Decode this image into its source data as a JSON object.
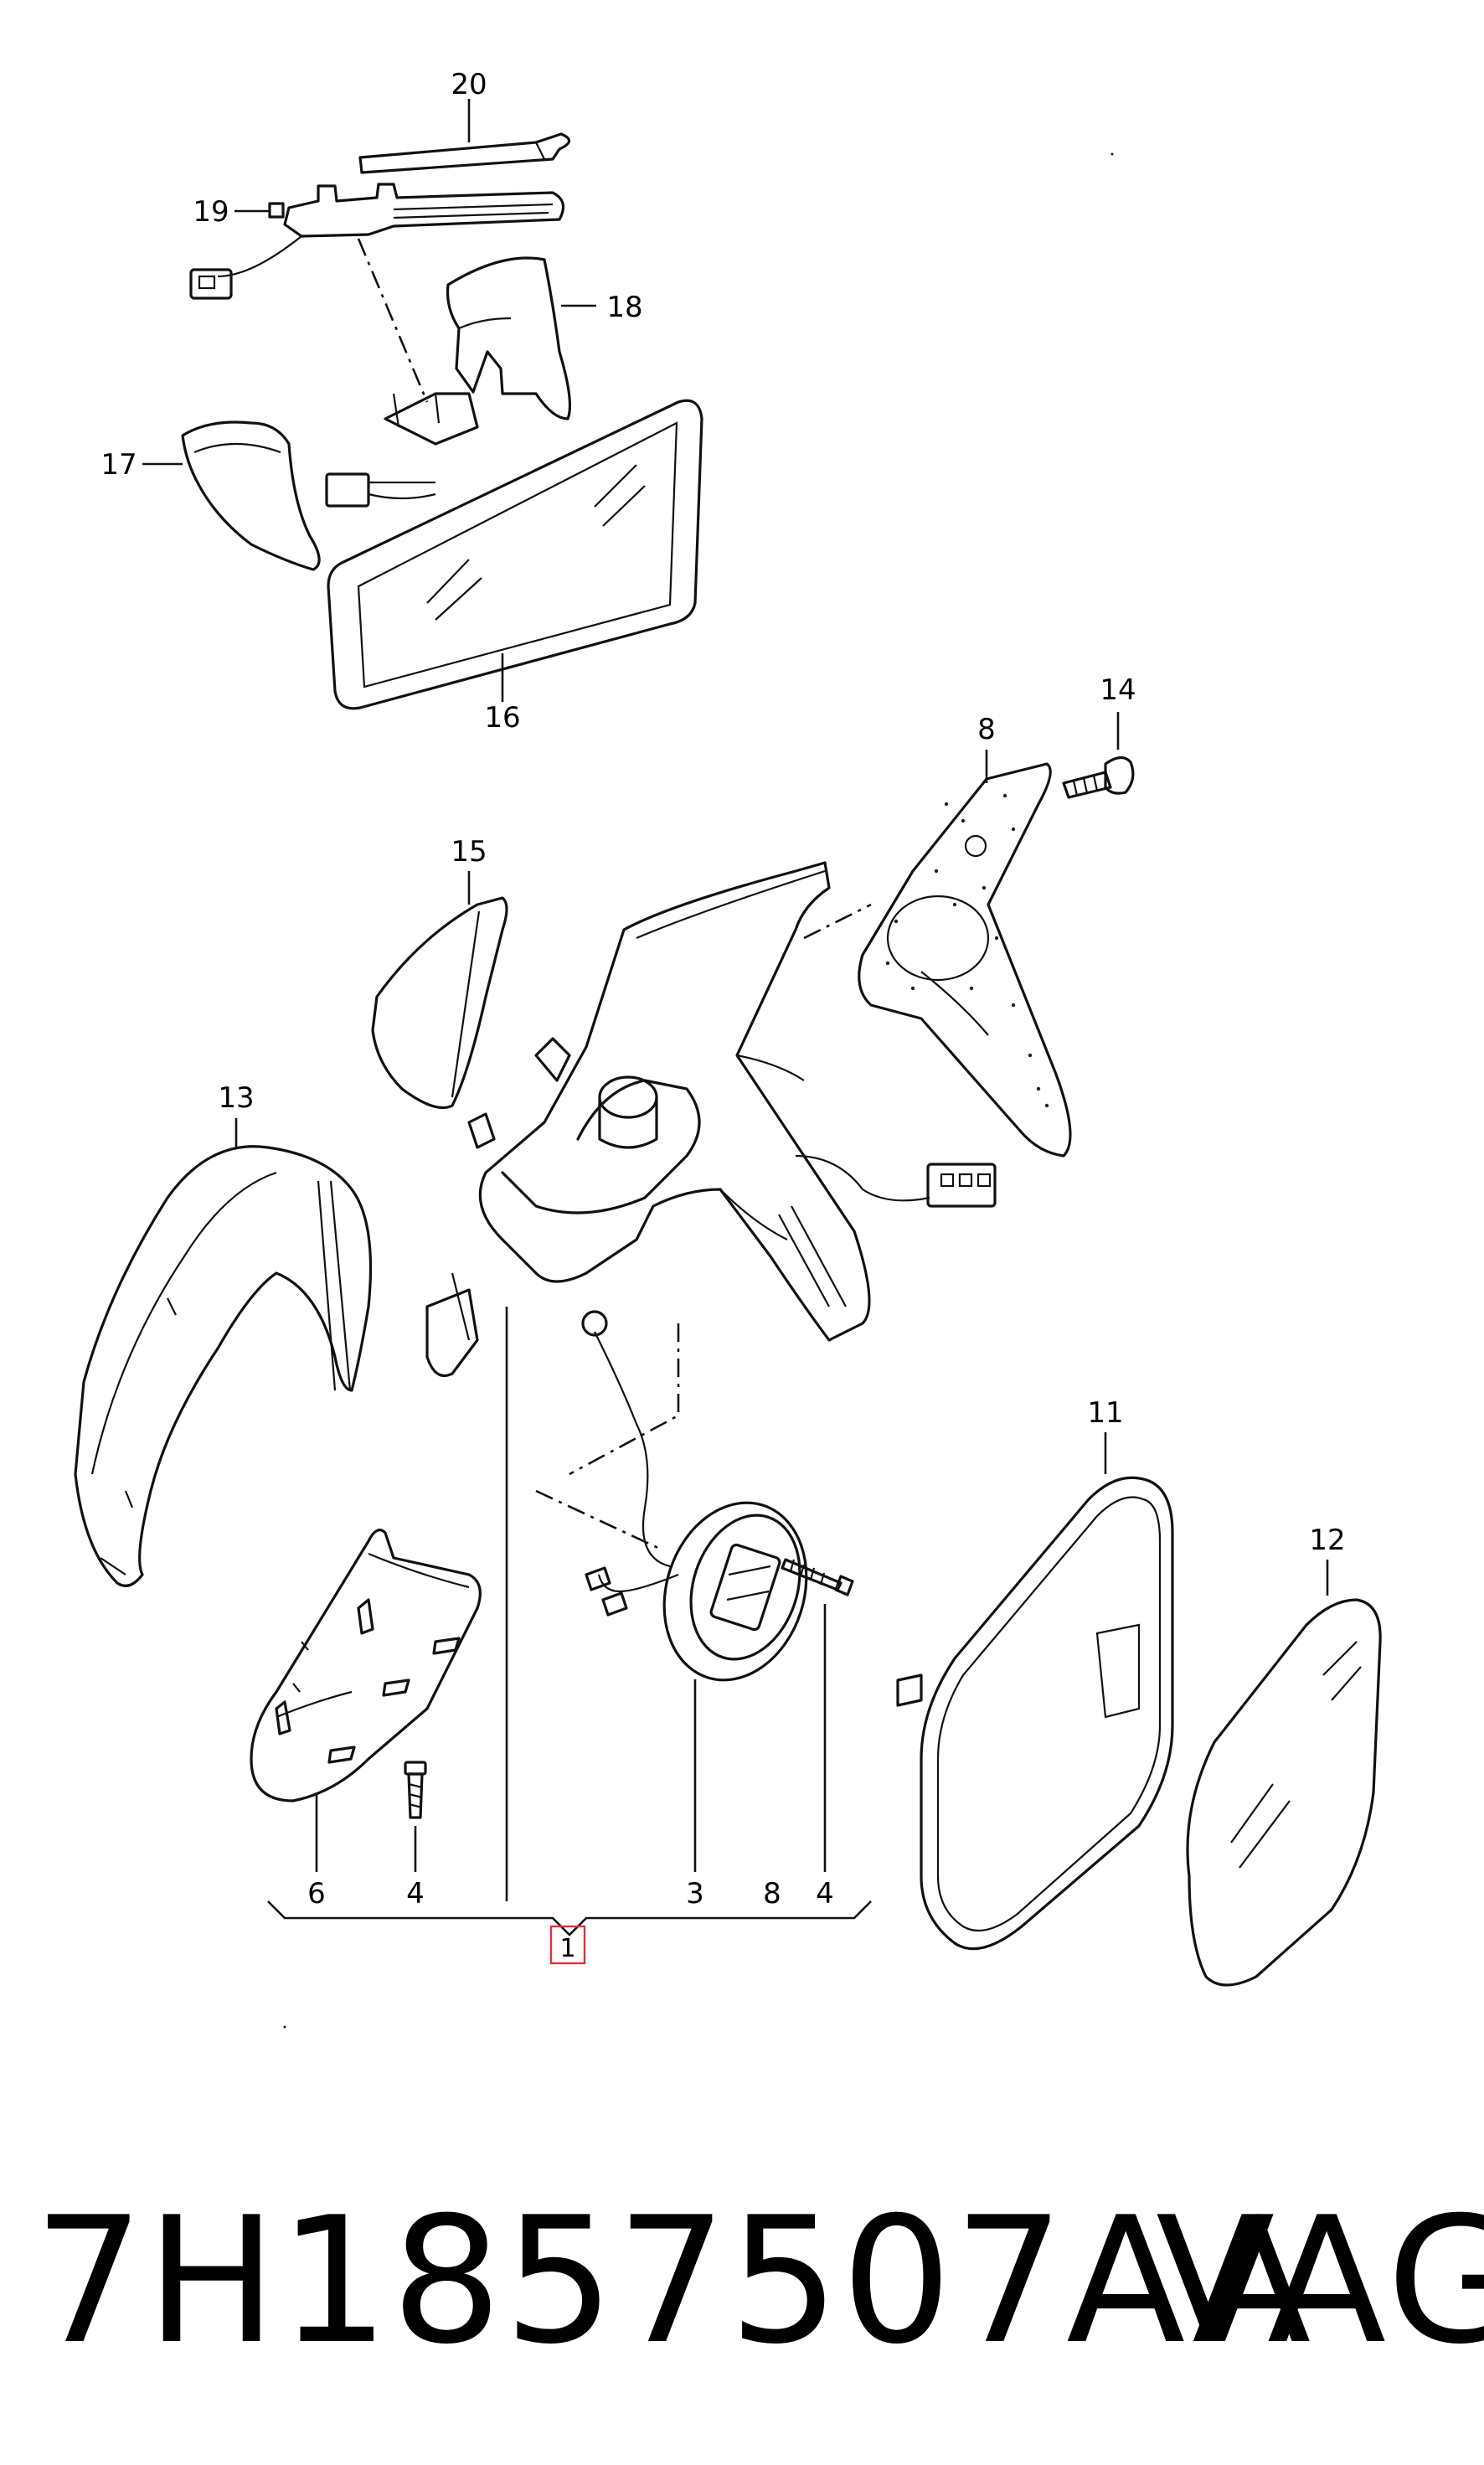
{
  "callouts": {
    "c1": "1",
    "c3": "3",
    "c4a": "4",
    "c4b": "4",
    "c6": "6",
    "c8a": "8",
    "c8b": "8",
    "c11": "11",
    "c12": "12",
    "c13": "13",
    "c14": "14",
    "c15": "15",
    "c16": "16",
    "c17": "17",
    "c18": "18",
    "c19": "19",
    "c20": "20"
  },
  "footer": {
    "part_number": "7H1857507AA",
    "brand": "VAG"
  },
  "colors": {
    "ink": "#111111",
    "highlight_box": "#e0303a",
    "background": "#ffffff"
  }
}
